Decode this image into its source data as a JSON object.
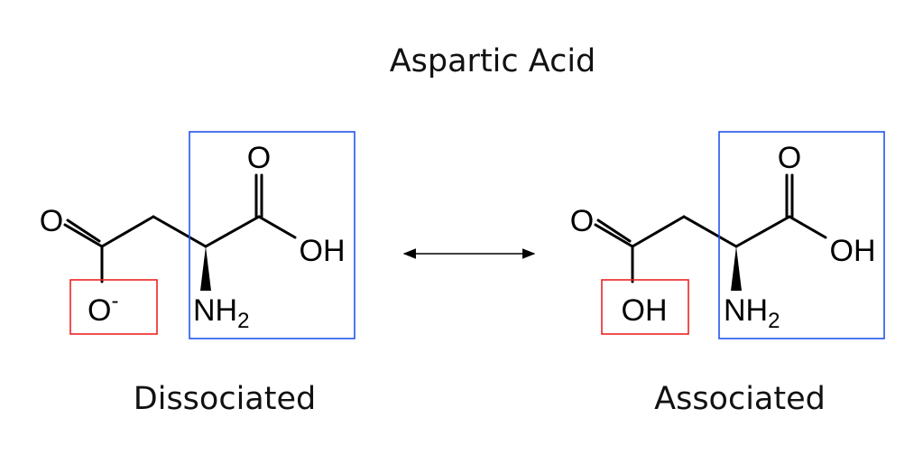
{
  "title": "Aspartic Acid",
  "colors": {
    "ionizable_box": "#ee2222",
    "amino_acid_box": "#2255ee"
  },
  "molecules": [
    {
      "label": "Dissociated",
      "carbonyl_o": "O",
      "side_group": "O",
      "side_charge": "-",
      "acid_o": "O",
      "acid_oh": "OH",
      "amine": "NH",
      "amine_sub": "2"
    },
    {
      "label": "Associated",
      "carbonyl_o": "O",
      "side_group": "OH",
      "side_charge": "",
      "acid_o": "O",
      "acid_oh": "OH",
      "amine": "NH",
      "amine_sub": "2"
    }
  ],
  "arrow": "equilibrium-double-arrow"
}
